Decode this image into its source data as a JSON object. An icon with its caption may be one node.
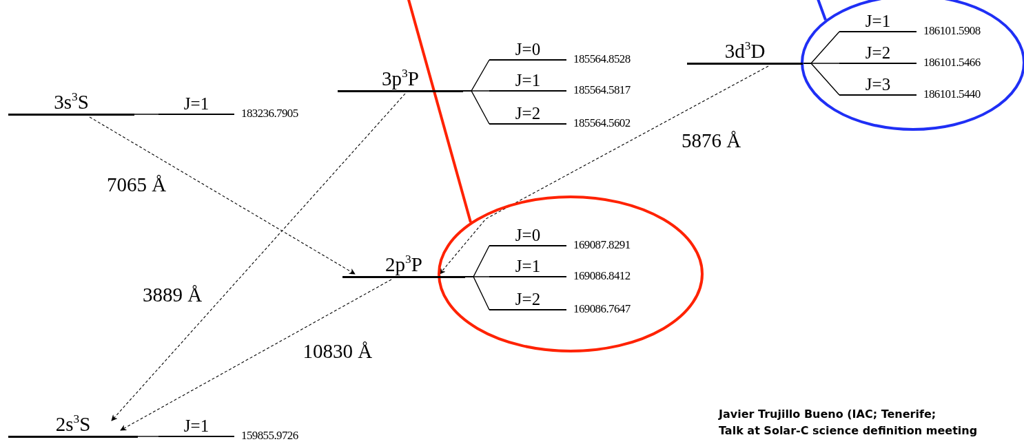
{
  "diagram": {
    "nodes": [
      {
        "text": [],
        "shape": "ellipse"
      },
      {
        "text": [
          "J=1"
        ],
        "beside": [
          "186101.5908"
        ],
        "in": 0
      },
      {
        "text": [
          "J=2"
        ],
        "beside": [
          "186101.5466"
        ],
        "in": 0
      },
      {
        "text": [
          "J=3"
        ],
        "beside": [
          "186101.5440"
        ],
        "in": 0
      },
      {
        "text": [
          "3d$^{3}$D"
        ]
      },
      {
        "text": [
          "3p$^{3}$P"
        ]
      },
      {
        "text": [
          "J=0"
        ],
        "beside": [
          "185564.8528"
        ]
      },
      {
        "text": [
          "J=1"
        ],
        "beside": [
          "185564.5817"
        ]
      },
      {
        "text": [
          "J=2"
        ],
        "beside": [
          "185564.5602"
        ]
      },
      {
        "text": [
          "3s$^{3}$S"
        ]
      },
      {
        "text": [
          "J=1"
        ],
        "beside": [
          "183236.7905"
        ]
      },
      {
        "text": [],
        "shape": "ellipse"
      },
      {
        "text": [
          "J=0"
        ],
        "beside": [
          "169087.8291"
        ],
        "in": 11
      },
      {
        "text": [
          "J=1"
        ],
        "beside": [
          "169086.8412"
        ],
        "in": 11
      },
      {
        "text": [
          "J=2"
        ],
        "beside": [
          "169086.7647"
        ],
        "in": 11
      },
      {
        "text": [
          "2p$^{3}$P"
        ]
      },
      {
        "text": [
          "2s$^{3}$S"
        ]
      },
      {
        "text": [
          "J=1"
        ],
        "beside": [
          "159855.9726"
        ]
      }
    ],
    "edges": [
      {
        "from": 4,
        "to": 1,
        "arrow": "none"
      },
      {
        "from": 4,
        "to": 2,
        "arrow": "none"
      },
      {
        "from": 4,
        "to": 3,
        "arrow": "none"
      },
      {
        "from": 5,
        "to": 6,
        "arrow": "none"
      },
      {
        "from": 5,
        "to": 7,
        "arrow": "none"
      },
      {
        "from": 5,
        "to": 8,
        "arrow": "none"
      },
      {
        "from": 9,
        "to": 10,
        "arrow": "none"
      },
      {
        "from": 15,
        "to": 12,
        "arrow": "none"
      },
      {
        "from": 15,
        "to": 13,
        "arrow": "none"
      },
      {
        "from": 15,
        "to": 14,
        "arrow": "none"
      },
      {
        "from": 16,
        "to": 17,
        "arrow": "none"
      },
      {
        "from": 9,
        "to": 15,
        "arrow": "to",
        "style": "dashed",
        "label": "7065 Å"
      },
      {
        "from": 5,
        "to": 16,
        "arrow": "to",
        "style": "dashed",
        "label": "3889 Å"
      },
      {
        "from": 4,
        "to": 15,
        "arrow": "to",
        "style": "dashed",
        "label": "5876 Å"
      },
      {
        "from": 15,
        "to": 16,
        "arrow": "to",
        "style": "dashed",
        "label": "10830 Å"
      },
      {
        "from": null,
        "to": 11,
        "arrow": "none",
        "style": "thick",
        "color": "#ff2200"
      },
      {
        "from": null,
        "to": 0,
        "arrow": "none",
        "style": "thick",
        "color": "#1f2ff5"
      }
    ],
    "labels": [
      "Javier Trujillo Bueno (IAC; Tenerife;",
      "Talk at Solar-C science definition meeting"
    ]
  }
}
